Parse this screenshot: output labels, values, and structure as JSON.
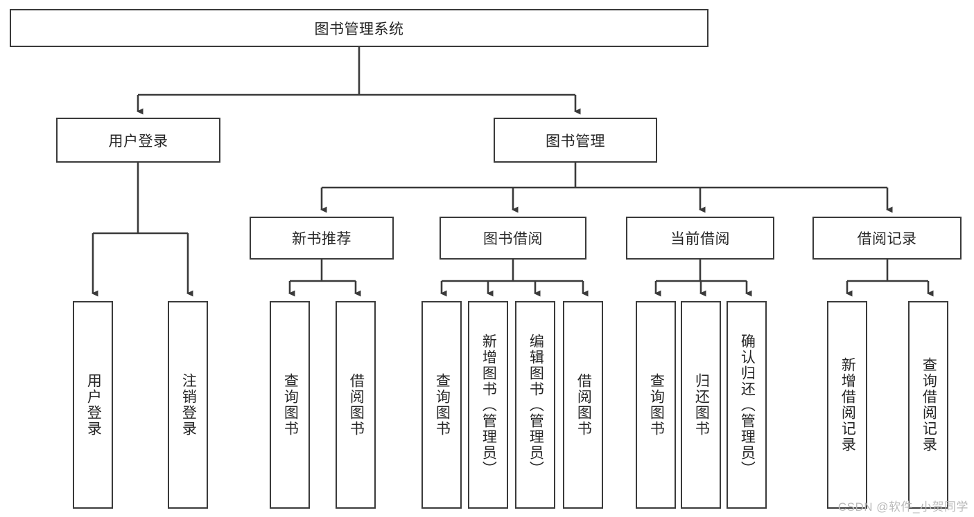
{
  "diagram": {
    "type": "tree",
    "title": "图书管理系统",
    "root": {
      "label": "图书管理系统"
    },
    "level2": [
      {
        "label": "用户登录"
      },
      {
        "label": "图书管理"
      }
    ],
    "level3": [
      {
        "label": "新书推荐"
      },
      {
        "label": "图书借阅"
      },
      {
        "label": "当前借阅"
      },
      {
        "label": "借阅记录"
      }
    ],
    "leaves": {
      "user_login": [
        {
          "label": "用户登录"
        },
        {
          "label": "注销登录"
        }
      ],
      "new_book_recommend": [
        {
          "label": "查询图书"
        },
        {
          "label": "借阅图书"
        }
      ],
      "book_borrow": [
        {
          "label": "查询图书"
        },
        {
          "label": "新增图书（管理员）"
        },
        {
          "label": "编辑图书（管理员）"
        },
        {
          "label": "借阅图书"
        }
      ],
      "current_borrow": [
        {
          "label": "查询图书"
        },
        {
          "label": "归还图书"
        },
        {
          "label": "确认归还（管理员）"
        }
      ],
      "borrow_record": [
        {
          "label": "新增借阅记录"
        },
        {
          "label": "查询借阅记录"
        }
      ]
    }
  },
  "watermark": {
    "text": "CSDN @软件_小贺同学"
  },
  "colors": {
    "stroke": "#3a3a3a",
    "text": "#262626",
    "background": "#ffffff",
    "watermark": "#b9b9b9"
  }
}
